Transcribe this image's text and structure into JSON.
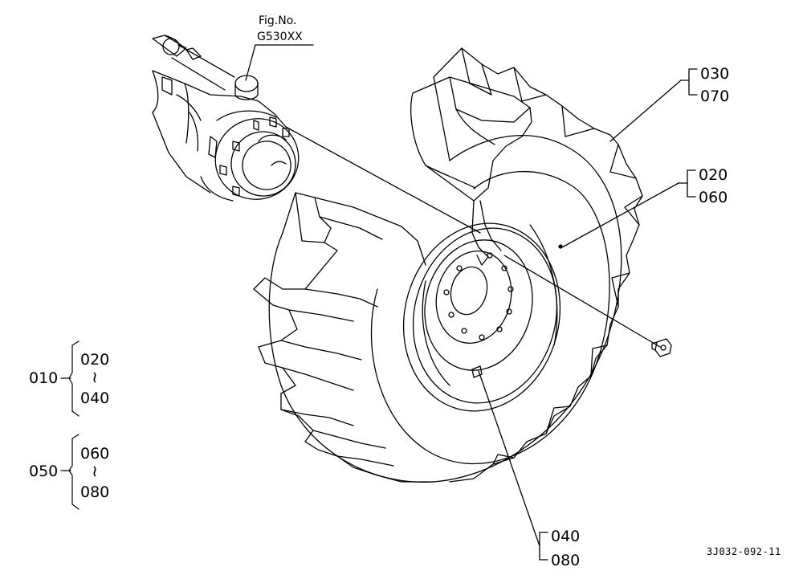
{
  "figure": {
    "fig_label": "Fig.No.",
    "fig_number": "G530XX",
    "drawing_code": "3J032-092-11"
  },
  "callouts": {
    "c030": "030",
    "c070": "070",
    "c020": "020",
    "c060": "060",
    "c040": "040",
    "c080": "080"
  },
  "legend": {
    "group1": {
      "main": "010",
      "from": "020",
      "range_sep": "~",
      "to": "040"
    },
    "group2": {
      "main": "050",
      "from": "060",
      "range_sep": "~",
      "to": "080"
    }
  },
  "icons": {
    "wheel": "tractor-wheel-drawing",
    "axle": "axle-hub-drawing",
    "nut": "wheel-nut-drawing"
  }
}
